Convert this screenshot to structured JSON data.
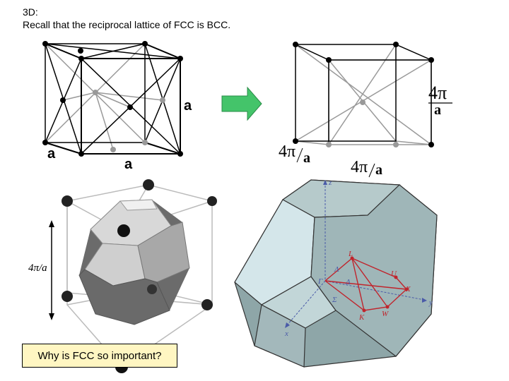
{
  "header": {
    "line1": "3D:",
    "line2": "Recall that the reciprocal lattice of FCC is BCC."
  },
  "fcc_cube": {
    "edge_label_left": "a",
    "edge_label_bottom": "a",
    "edge_label_right": "a"
  },
  "bcc_cube": {
    "label_right_numer": "4π",
    "label_right_denom": "a",
    "label_left": "4π",
    "label_left_denom": "a",
    "label_bottom": "4π",
    "label_bottom_denom": "a"
  },
  "arrow": {
    "color": "#44c46a"
  },
  "brillouin_photo": {
    "height_label": "4π/a"
  },
  "brillouin_zone": {
    "axis_z": "z",
    "axis_y": "y",
    "axis_x": "x",
    "pt_L": "L",
    "pt_U": "U",
    "pt_X": "X",
    "pt_W": "W",
    "pt_K": "K",
    "pt_Gamma": "Γ",
    "pt_Lambda": "Λ",
    "pt_Delta": "Δ",
    "pt_Sigma": "Σ"
  },
  "question": "Why is FCC so important?"
}
